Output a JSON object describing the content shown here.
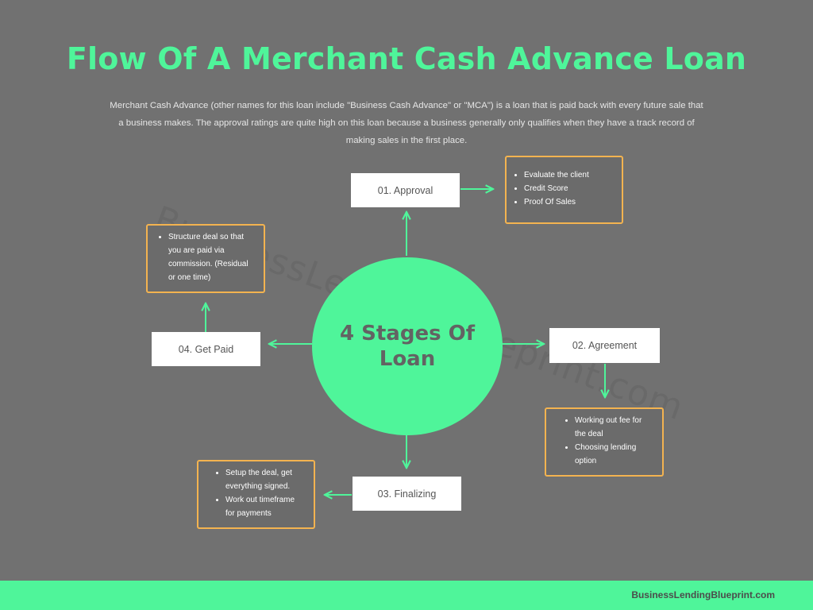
{
  "header": {
    "title": "Flow Of A Merchant Cash Advance Loan",
    "description": "Merchant Cash Advance (other names for this loan include \"Business Cash Advance\" or \"MCA\") is a loan that is paid back with every future sale that a business makes. The approval ratings are quite high on this loan because a business generally only qualifies when they have a track record of making sales in the first place."
  },
  "watermark": "BusinessLendingBlueprint.com",
  "center": {
    "label": "4 Stages Of Loan"
  },
  "stages": [
    {
      "label": "01. Approval",
      "notes": [
        "Evaluate the client",
        "Credit Score",
        "Proof Of Sales"
      ]
    },
    {
      "label": "02. Agreement",
      "notes": [
        "Working out fee for the deal",
        "Choosing lending option"
      ]
    },
    {
      "label": "03. Finalizing",
      "notes": [
        "Setup the deal, get everything signed.",
        "Work out timeframe for payments"
      ]
    },
    {
      "label": "04. Get Paid",
      "notes": [
        "Structure deal so that you are paid via commission. (Residual or one time)"
      ]
    }
  ],
  "footer": {
    "site": "BusinessLendingBlueprint.com"
  },
  "colors": {
    "accent": "#4ff59a",
    "note_border": "#f3b350",
    "background": "#717171"
  }
}
